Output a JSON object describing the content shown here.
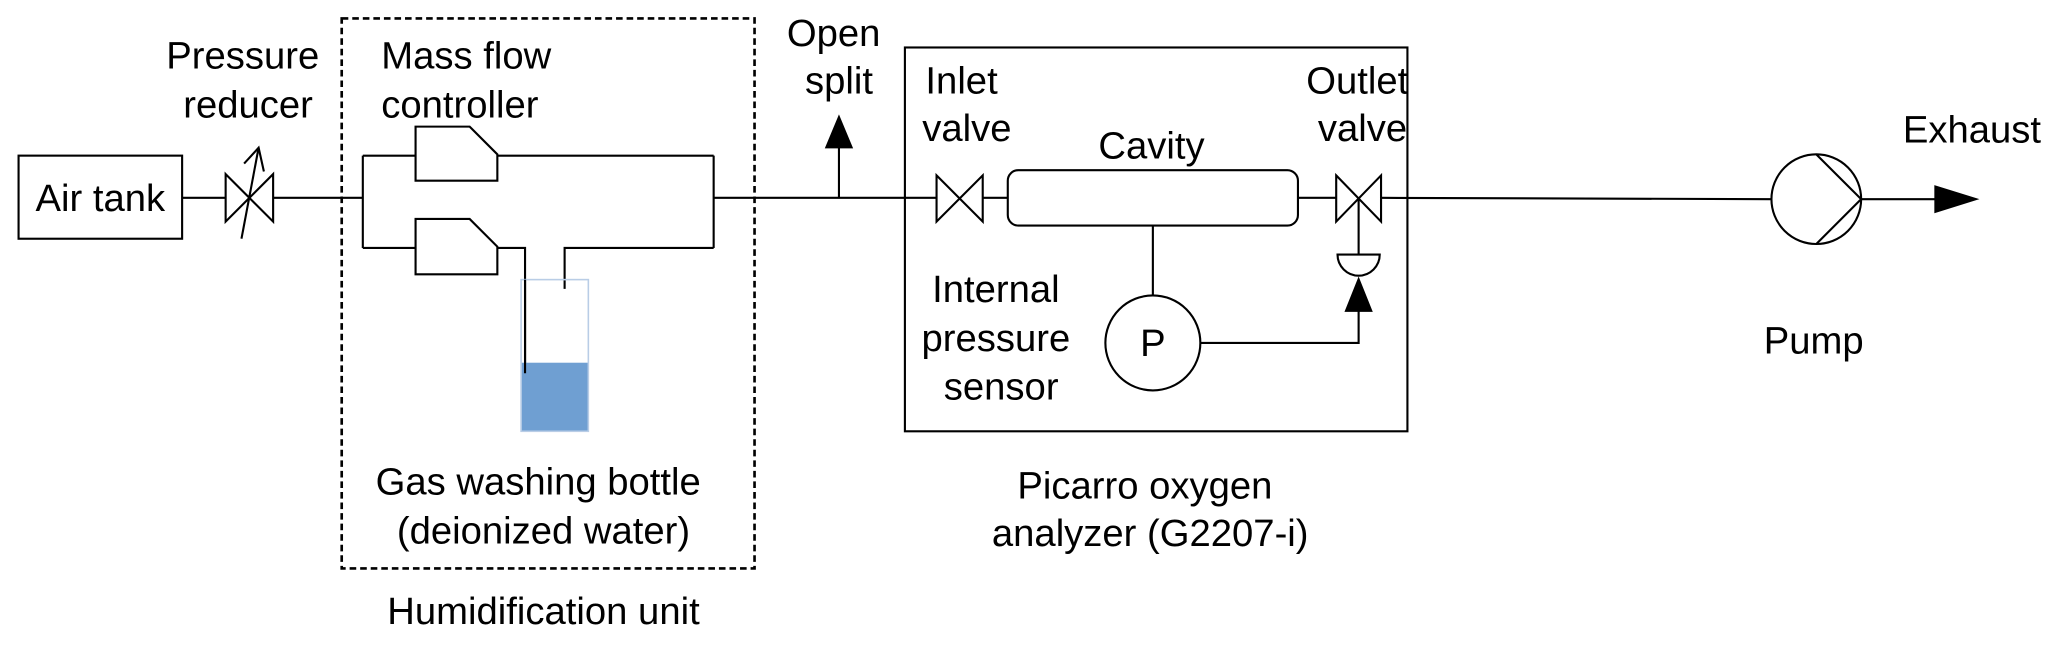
{
  "labels": {
    "air_tank": "Air tank",
    "pressure_reducer": [
      "Pressure",
      "reducer"
    ],
    "mass_flow_controller": [
      "Mass flow",
      "controller"
    ],
    "gas_washing_bottle": [
      "Gas washing bottle",
      "(deionized water)"
    ],
    "humidification_unit": "Humidification unit",
    "open_split": [
      "Open",
      "split"
    ],
    "inlet_valve": [
      "Inlet",
      "valve"
    ],
    "cavity": "Cavity",
    "outlet_valve": [
      "Outlet",
      "valve"
    ],
    "internal_pressure_sensor": [
      "Internal",
      "pressure",
      "sensor"
    ],
    "pressure_symbol": "P",
    "analyzer": [
      "Picarro oxygen",
      "analyzer (G2207-i)"
    ],
    "exhaust": "Exhaust",
    "pump": "Pump"
  },
  "colors": {
    "water": "#6f9fd2",
    "bottle_outline": "#b9cde6",
    "lines": "#000000"
  }
}
